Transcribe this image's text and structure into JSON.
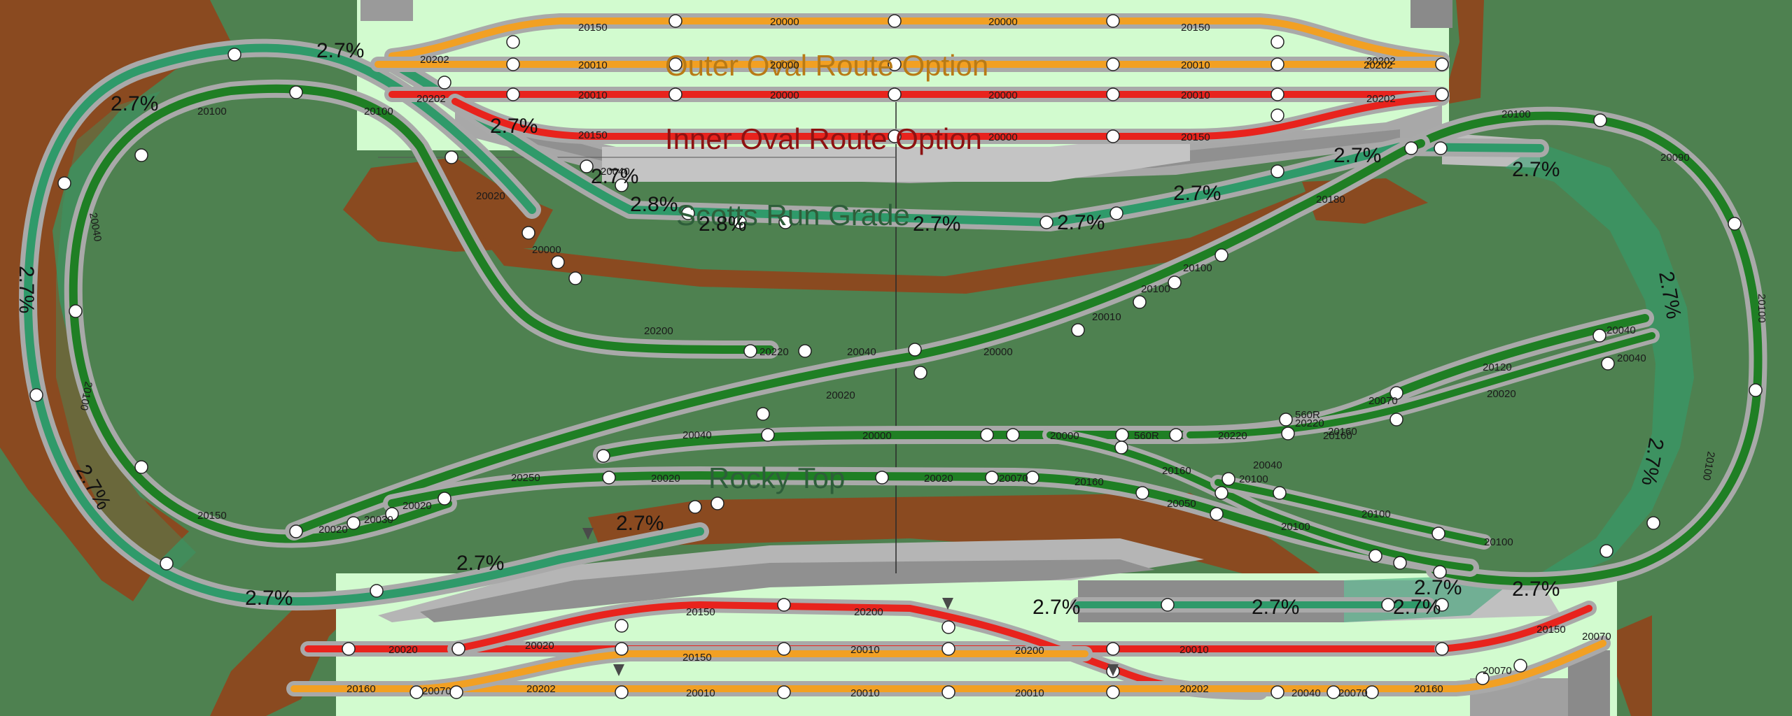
{
  "titles": {
    "outer": "Outer Oval Route Option",
    "inner": "Inner Oval Route Option",
    "scotts": "Scotts Run Grade",
    "rocky": "Rocky Top"
  },
  "colors": {
    "background_green": "#4e8150",
    "yard_floor": "#d2fbcf",
    "terrain_brown": "#8a4a20",
    "roadbed_gray": "#b8b8b8",
    "track_green": "#1f7f24",
    "track_teal": "#2f9a6a",
    "track_orange": "#f2a023",
    "track_red": "#e8231d",
    "outer_title": "#b87a16",
    "inner_title": "#8d1212",
    "scotts_title": "#2e5e3a",
    "rocky_title": "#2e5e3a"
  },
  "grades": {
    "g01": "2.7%",
    "g02": "2.7%",
    "g03": "2.7%",
    "g04": "2.7%",
    "g05": "2.7%",
    "g06": "2.7%",
    "g07": "2.7%",
    "g08": "2.8%",
    "g09": "2.8%",
    "g10": "2.7%",
    "g11": "2.7%",
    "g12": "2.7%",
    "g13": "2.7%",
    "g14": "2.7%",
    "g15": "2.7%",
    "g16": "2.7%",
    "g17": "2.7%",
    "g18": "2.7%",
    "g19": "2.7%",
    "g20": "2.7%",
    "g21": "2.7%",
    "g22": "2.7%",
    "g23": "2.7%"
  },
  "pieces": {
    "p01": "20150",
    "p02": "20000",
    "p03": "20000",
    "p04": "20150",
    "p05": "20202",
    "p06": "20202",
    "p07": "20010",
    "p08": "20000",
    "p09": "20010",
    "p10": "20202",
    "p11": "20202",
    "p12": "20010",
    "p13": "20000",
    "p14": "20000",
    "p15": "20010",
    "p16": "20202",
    "p17": "20150",
    "p18": "20000",
    "p19": "20150",
    "p20": "20100",
    "p21": "20100",
    "p22": "20040",
    "p23": "20100",
    "p24": "20150",
    "p25": "20020",
    "p26": "20030",
    "p27": "20020",
    "p28": "20250",
    "p29": "20040",
    "p30": "20020",
    "p31": "20010",
    "p32": "20100",
    "p33": "20100",
    "p34": "20200",
    "p35": "20220",
    "p36": "20040",
    "p37": "20000",
    "p38": "20000",
    "p39": "20000",
    "p40": "20160",
    "p41": "20020",
    "p42": "20020",
    "p43": "20070",
    "p44": "20160",
    "p45": "20050",
    "p46": "20100",
    "p47": "20100",
    "p48": "20040",
    "p49": "20040",
    "p50": "20120",
    "p51": "20070",
    "p52": "20020",
    "p53": "20220",
    "p54": "560R",
    "p55": "20220",
    "p56": "560R",
    "p57": "20160",
    "p58": "20100",
    "p59": "20160",
    "p60": "20040",
    "p61": "20100",
    "p62": "20150",
    "p63": "20200",
    "p64": "20200",
    "p65": "20020",
    "p66": "20020",
    "p67": "20010",
    "p68": "20150",
    "p69": "20010",
    "p70": "20160",
    "p71": "20070",
    "p72": "20202",
    "p73": "20010",
    "p74": "20010",
    "p75": "20010",
    "p76": "20202",
    "p77": "20040",
    "p78": "20070",
    "p79": "20160",
    "p80": "20070",
    "p81": "20150",
    "p82": "20070",
    "p83": "20180",
    "p84": "20020",
    "p85": "20040",
    "p86": "20090",
    "p87": "20100",
    "p88": "20100",
    "p89": "20000",
    "p90": "20100"
  }
}
